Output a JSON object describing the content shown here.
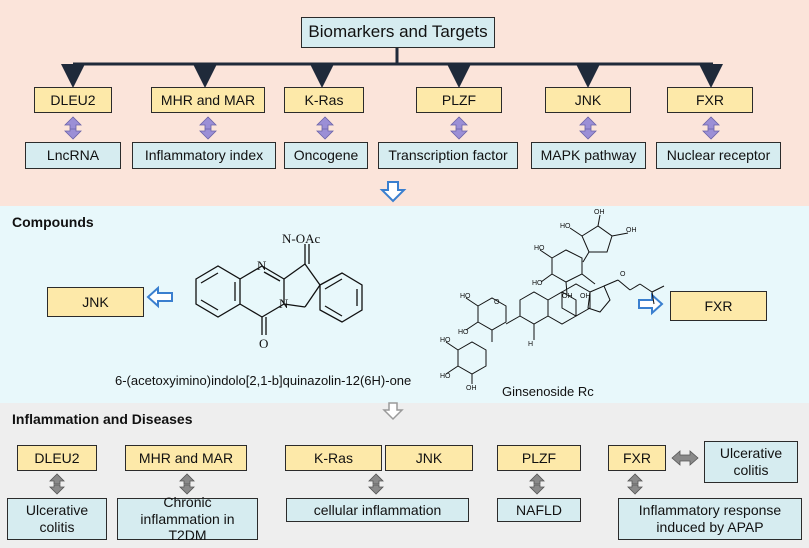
{
  "title": "Biomarkers and Targets",
  "top_targets": [
    {
      "label": "DLEU2",
      "category": "LncRNA"
    },
    {
      "label": "MHR and MAR",
      "category": "Inflammatory index"
    },
    {
      "label": "K-Ras",
      "category": "Oncogene"
    },
    {
      "label": "PLZF",
      "category": "Transcription factor"
    },
    {
      "label": "JNK",
      "category": "MAPK pathway"
    },
    {
      "label": "FXR",
      "category": "Nuclear receptor"
    }
  ],
  "compounds": {
    "heading": "Compounds",
    "left_target": "JNK",
    "right_target": "FXR",
    "compound1_name": "6-(acetoxyimino)indolo[2,1-b]quinazolin-12(6H)-one",
    "compound1_group": "N-OAc",
    "compound1_oxygen": "O",
    "compound1_nitrogen": "N",
    "compound2_name": "Ginsenoside Rc"
  },
  "diseases": {
    "heading": "Inflammation and Diseases",
    "items": [
      {
        "target": "DLEU2",
        "disease": "Ulcerative colitis"
      },
      {
        "target": "MHR and MAR",
        "disease": "Chronic inflammation in T2DM"
      },
      {
        "targets": [
          "K-Ras",
          "JNK"
        ],
        "disease": "cellular inflammation"
      },
      {
        "target": "PLZF",
        "disease": "NAFLD"
      },
      {
        "target": "FXR",
        "disease": "Inflammatory response induced by  APAP",
        "side": "Ulcerative colitis"
      }
    ]
  },
  "colors": {
    "yellow_box": "#fde9a9",
    "teal_box": "#d6ecf0",
    "top_bg": "#fbe4da",
    "middle_bg": "#e8f8fb",
    "bottom_bg": "#eeeeee",
    "purple_arrow": "#9b8fd6",
    "blue_arrow": "#3a7fcf"
  }
}
